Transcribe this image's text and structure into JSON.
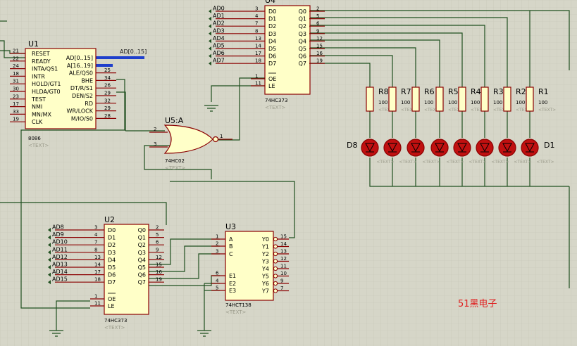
{
  "colors": {
    "background": "#d6d6c8",
    "grid": "#c4c4b6",
    "chip_fill": "#ffffc8",
    "chip_stroke": "#8b0000",
    "wire": "#1f4f1f",
    "pin": "#8b0000",
    "bus": "#1f3fcc",
    "led_fill": "#c01010",
    "watermark": "#e02020"
  },
  "u1": {
    "ref": "U1",
    "part": "8086",
    "text": "<TEXT>",
    "left_pins": [
      {
        "num": "21",
        "label": "RESET"
      },
      {
        "num": "22",
        "label": "READY"
      },
      {
        "num": "24",
        "label": "INTA/QS1"
      },
      {
        "num": "18",
        "label": "INTR"
      },
      {
        "num": "31",
        "label": "HOLD/GT1"
      },
      {
        "num": "30",
        "label": "HLDA/GT0"
      },
      {
        "num": "23",
        "label": "TEST"
      },
      {
        "num": "17",
        "label": "NMI"
      },
      {
        "num": "33",
        "label": "MN/MX"
      },
      {
        "num": "19",
        "label": "CLK"
      }
    ],
    "right_pins": [
      {
        "num": "",
        "label": "AD[0..15]"
      },
      {
        "num": "",
        "label": "A[16..19]"
      },
      {
        "num": "25",
        "label": "ALE/QS0"
      },
      {
        "num": "34",
        "label": "BHE"
      },
      {
        "num": "26",
        "label": "DT/R/S1"
      },
      {
        "num": "29",
        "label": "DEN/S2"
      },
      {
        "num": "32",
        "label": "RD"
      },
      {
        "num": "29",
        "label": "WR/LOCK"
      },
      {
        "num": "28",
        "label": "M/IO/S0"
      }
    ],
    "bus_label": "AD[0..15]"
  },
  "u4": {
    "ref": "U4",
    "part": "74HC373",
    "text": "<TEXT>",
    "in_nets": [
      "AD0",
      "AD1",
      "AD2",
      "AD3",
      "AD4",
      "AD5",
      "AD6",
      "AD7"
    ],
    "in_nums": [
      "3",
      "4",
      "7",
      "8",
      "13",
      "14",
      "17",
      "18"
    ],
    "in_labels": [
      "D0",
      "D1",
      "D2",
      "D3",
      "D4",
      "D5",
      "D6",
      "D7"
    ],
    "out_labels": [
      "Q0",
      "Q1",
      "Q2",
      "Q3",
      "Q4",
      "Q5",
      "Q6",
      "Q7"
    ],
    "out_nums": [
      "2",
      "5",
      "6",
      "9",
      "12",
      "15",
      "16",
      "19"
    ],
    "ctrl": [
      {
        "num": "1",
        "label": "OE"
      },
      {
        "num": "11",
        "label": "LE"
      }
    ]
  },
  "u2": {
    "ref": "U2",
    "part": "74HC373",
    "text": "<TEXT>",
    "in_nets": [
      "AD8",
      "AD9",
      "AD10",
      "AD11",
      "AD12",
      "AD13",
      "AD14",
      "AD15"
    ],
    "in_nums": [
      "3",
      "4",
      "7",
      "8",
      "13",
      "14",
      "17",
      "18"
    ],
    "in_labels": [
      "D0",
      "D1",
      "D2",
      "D3",
      "D4",
      "D5",
      "D6",
      "D7"
    ],
    "out_labels": [
      "Q0",
      "Q1",
      "Q2",
      "Q3",
      "Q4",
      "Q5",
      "Q6",
      "Q7"
    ],
    "out_nums": [
      "2",
      "5",
      "6",
      "9",
      "12",
      "15",
      "16",
      "19"
    ],
    "ctrl": [
      {
        "num": "1",
        "label": "OE"
      },
      {
        "num": "11",
        "label": "LE"
      }
    ]
  },
  "u3": {
    "ref": "U3",
    "part": "74HCT138",
    "text": "<TEXT>",
    "left_pins": [
      {
        "num": "1",
        "label": "A"
      },
      {
        "num": "2",
        "label": "B"
      },
      {
        "num": "3",
        "label": "C"
      },
      {
        "num": "6",
        "label": "E1"
      },
      {
        "num": "4",
        "label": "E2"
      },
      {
        "num": "5",
        "label": "E3"
      }
    ],
    "right_pins": [
      {
        "num": "15",
        "label": "Y0"
      },
      {
        "num": "14",
        "label": "Y1"
      },
      {
        "num": "13",
        "label": "Y2"
      },
      {
        "num": "12",
        "label": "Y3"
      },
      {
        "num": "11",
        "label": "Y4"
      },
      {
        "num": "10",
        "label": "Y5"
      },
      {
        "num": "9",
        "label": "Y6"
      },
      {
        "num": "7",
        "label": "Y7"
      }
    ]
  },
  "u5": {
    "ref": "U5:A",
    "part": "74HC02",
    "text": "<TEXT>",
    "pins": [
      "2",
      "3",
      "1"
    ]
  },
  "resistors": [
    {
      "ref": "R8",
      "value": "100"
    },
    {
      "ref": "R7",
      "value": "100"
    },
    {
      "ref": "R6",
      "value": "100"
    },
    {
      "ref": "R5",
      "value": "100"
    },
    {
      "ref": "R4",
      "value": "100"
    },
    {
      "ref": "R3",
      "value": "100"
    },
    {
      "ref": "R2",
      "value": "100"
    },
    {
      "ref": "R1",
      "value": "100"
    }
  ],
  "resistor_text": "<TEXT>",
  "leds": {
    "left_label": "D8",
    "right_label": "D1",
    "text": "<TEXT>"
  },
  "watermark": "51黑电子"
}
